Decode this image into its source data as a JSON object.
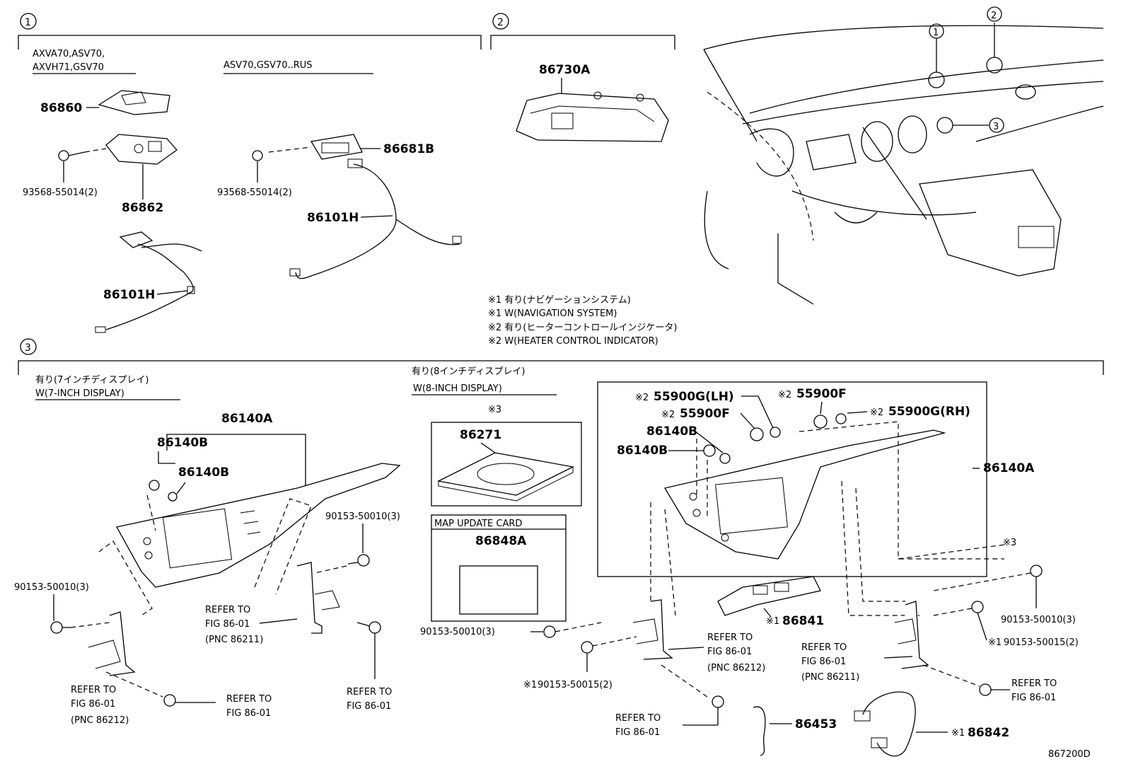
{
  "diagram": {
    "sections": [
      {
        "number": "1",
        "groups": [
          {
            "variant": "AXVA70,ASV70,",
            "variant2": "AXVH71,GSV70",
            "parts": [
              "86860",
              "93568-55014(2)",
              "86862",
              "86101H"
            ]
          },
          {
            "variant": "ASV70,GSV70..RUS",
            "parts": [
              "86681B",
              "93568-55014(2)",
              "86101H"
            ]
          }
        ]
      },
      {
        "number": "2",
        "parts": [
          "86730A"
        ]
      },
      {
        "number": "3",
        "groups": [
          {
            "variant_jp": "有り(7インチディスプレイ)",
            "variant_en": "W(7-INCH DISPLAY)",
            "parts": [
              "86140A",
              "86140B",
              "86140B",
              "90153-50010(3)",
              "90153-50010(3)"
            ],
            "refer": [
              {
                "l1": "REFER TO",
                "l2": "FIG 86-01",
                "l3": "(PNC 86211)"
              },
              {
                "l1": "REFER TO",
                "l2": "FIG 86-01",
                "l3": "(PNC 86212)"
              },
              {
                "l1": "REFER TO",
                "l2": "FIG 86-01"
              },
              {
                "l1": "REFER TO",
                "l2": "FIG 86-01"
              }
            ]
          },
          {
            "variant_jp": "有り(8インチディスプレイ)",
            "variant_en": "W(8-INCH DISPLAY)",
            "parts": [
              "86271",
              "86848A",
              "86140A",
              "86140B",
              "86140B",
              "55900G(LH)",
              "55900F",
              "55900F",
              "55900G(RH)",
              "86841",
              "86453",
              "86842",
              "90153-50010(3)",
              "90153-50010(3)",
              "90153-50015(2)",
              "90153-50015(2)"
            ],
            "map_update_card": "MAP UPDATE CARD"
          }
        ]
      }
    ],
    "locator_numbers": [
      "1",
      "2",
      "3"
    ],
    "notes": [
      "※1 有り(ナビゲーションシステム)",
      "※1 W(NAVIGATION SYSTEM)",
      "※2 有り(ヒーターコントロールインジケータ)",
      "※2 W(HEATER CONTROL INDICATOR)"
    ],
    "mark_1": "※1",
    "mark_2": "※2",
    "mark_3": "※3",
    "figure_code": "867200D"
  }
}
